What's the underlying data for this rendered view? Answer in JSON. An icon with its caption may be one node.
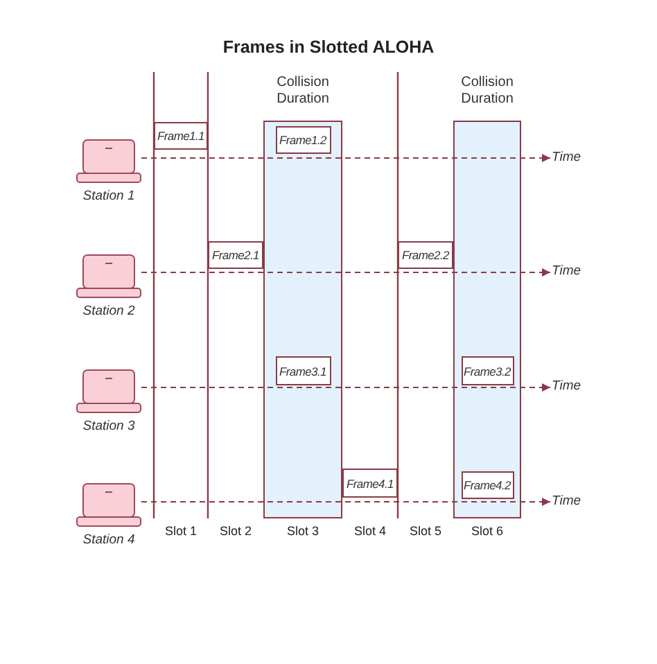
{
  "diagram": {
    "title": "Frames in Slotted ALOHA",
    "nodes": [
      {
        "text": [
          "Collision Duration"
        ]
      },
      {
        "text": [
          "Collision Duration"
        ]
      },
      {
        "text": [
          "Station 1"
        ]
      },
      {
        "text": [
          "Frame1.1"
        ]
      },
      {
        "text": [
          "Frame1.2"
        ],
        "in": 0
      },
      {
        "text": [
          "Time"
        ]
      },
      {
        "text": [
          "Station 2"
        ]
      },
      {
        "text": [
          "Frame2.1"
        ]
      },
      {
        "text": [
          "Frame2.2"
        ]
      },
      {
        "text": [
          "Time"
        ]
      },
      {
        "text": [
          "Station 3"
        ]
      },
      {
        "text": [
          "Frame3.1"
        ],
        "in": 0
      },
      {
        "text": [
          "Frame3.2"
        ],
        "in": 1
      },
      {
        "text": [
          "Time"
        ]
      },
      {
        "text": [
          "Station 4"
        ]
      },
      {
        "text": [
          "Frame4.1"
        ]
      },
      {
        "text": [
          "Frame4.2"
        ],
        "in": 1
      },
      {
        "text": [
          "Time"
        ]
      }
    ],
    "edges": [
      {
        "from": 2,
        "to": 5,
        "arrow": "to",
        "style": "dashed"
      },
      {
        "from": 6,
        "to": 9,
        "arrow": "to",
        "style": "dashed"
      },
      {
        "from": 10,
        "to": 13,
        "arrow": "to",
        "style": "dashed"
      },
      {
        "from": 14,
        "to": 17,
        "arrow": "to",
        "style": "dashed"
      }
    ],
    "labels": [
      "Slot 1",
      "Slot 2",
      "Slot 3",
      "Slot 4",
      "Slot 5",
      "Slot 6"
    ]
  }
}
